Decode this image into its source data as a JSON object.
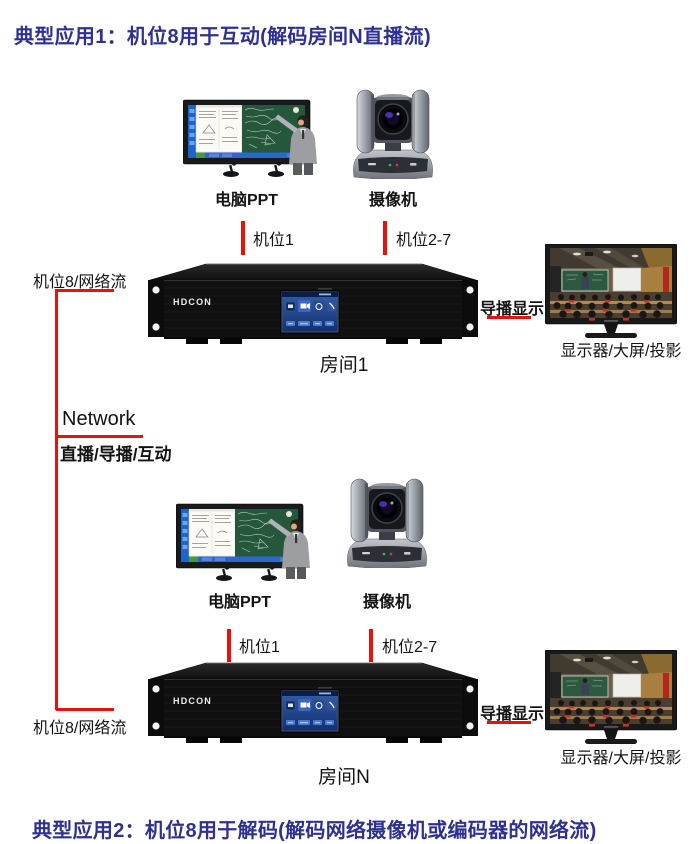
{
  "titles": {
    "app1": "典型应用1：机位8用于互动(解码房间N直播流)",
    "app2": "典型应用2：机位8用于解码(解码网络摄像机或编码器的网络流)"
  },
  "network": {
    "label": "Network",
    "sublabel": "直播/导播/互动"
  },
  "colors": {
    "title_blue": "#2e3192",
    "connector_red": "#e8120c",
    "text_black": "#141414"
  },
  "rooms": [
    {
      "room_label": "房间1",
      "ppt_label": "电脑PPT",
      "camera_label": "摄像机",
      "position1_label": "机位1",
      "position2_7_label": "机位2-7",
      "position8_label": "机位8/网络流",
      "director_label": "导播显示",
      "display_label": "显示器/大屏/投影",
      "device_brand": "HDCON"
    },
    {
      "room_label": "房间N",
      "ppt_label": "电脑PPT",
      "camera_label": "摄像机",
      "position1_label": "机位1",
      "position2_7_label": "机位2-7",
      "position8_label": "机位8/网络流",
      "director_label": "导播显示",
      "display_label": "显示器/大屏/投影",
      "device_brand": "HDCON"
    }
  ]
}
